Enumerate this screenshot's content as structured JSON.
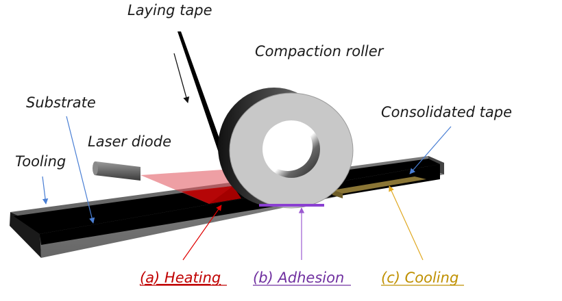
{
  "title": "Laser-assisted automated tape placement process schematic",
  "labels": {
    "laying_tape": "Laying tape",
    "compaction_roller": "Compaction roller",
    "substrate": "Substrate",
    "laser_diode": "Laser diode",
    "tooling": "Tooling",
    "consolidated_tape": "Consolidated tape"
  },
  "stages": [
    {
      "id": "heating",
      "label": "(a) Heating",
      "color": "#c00000"
    },
    {
      "id": "adhesion",
      "label": "(b) Adhesion",
      "color": "#7030a0"
    },
    {
      "id": "cooling",
      "label": "(c) Cooling",
      "color": "#bf9000"
    }
  ],
  "colors": {
    "pointer_blue": "#4a7fd4",
    "laser_beam": "#e0505a",
    "heated_zone": "#c00000",
    "adhesion_zone": "#8a3fd1",
    "consolidated_tape": "#8a7535",
    "tooling_gray": "#6e6e6e",
    "substrate_black": "#000000",
    "roller_face": "#c8c8c8"
  }
}
